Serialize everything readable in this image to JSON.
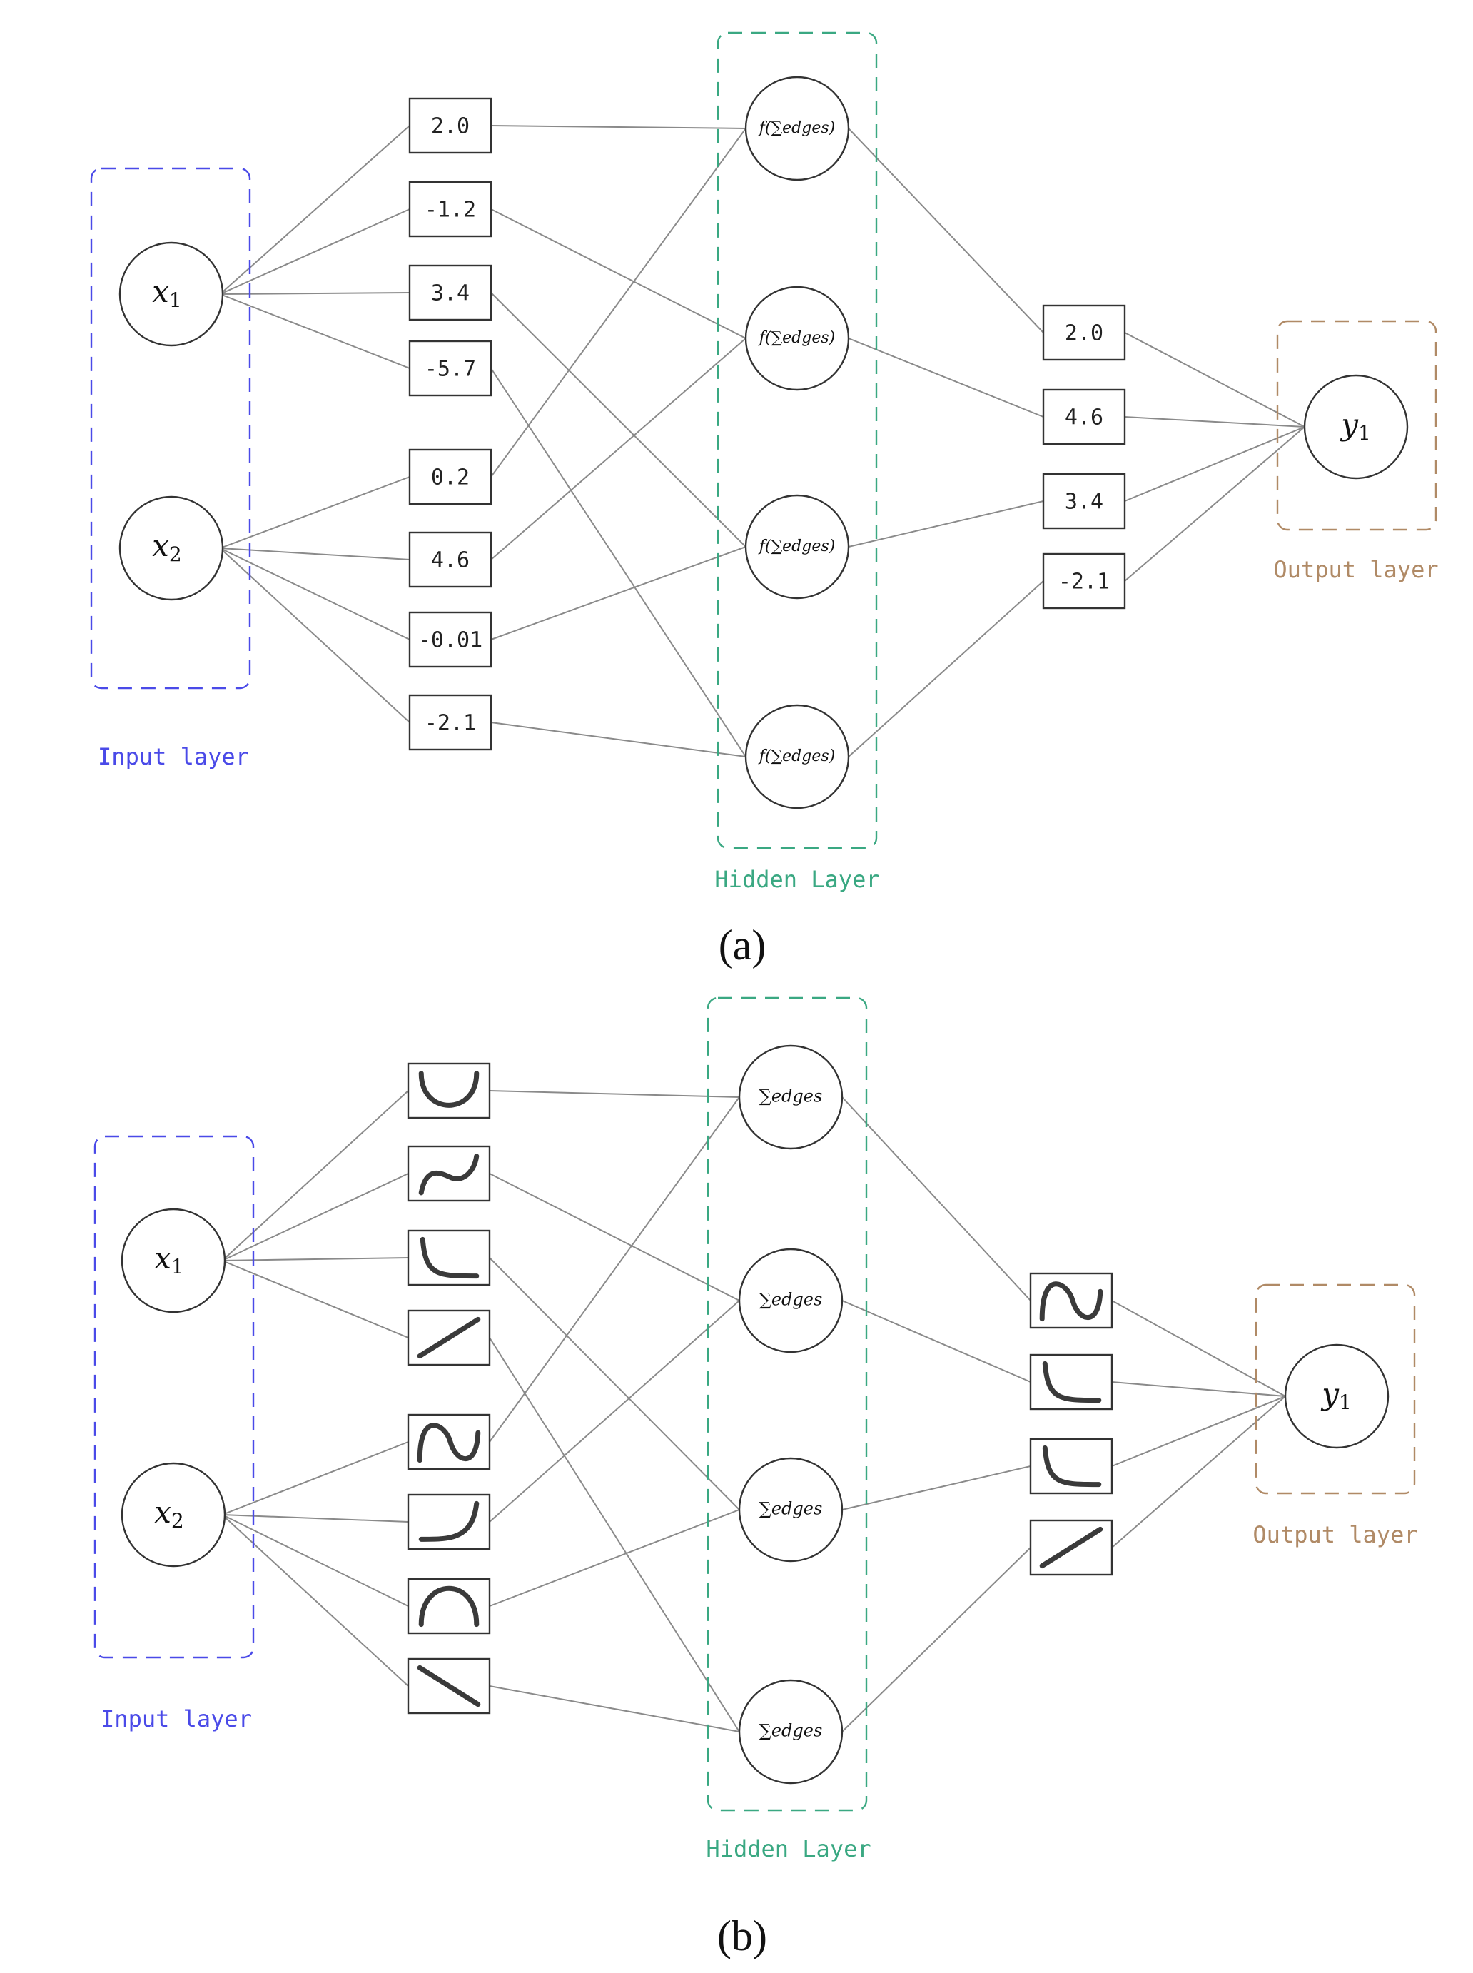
{
  "colors": {
    "input": "#4a4ae8",
    "hidden": "#3aa882",
    "output": "#b08a66",
    "edge": "#8a8a8a",
    "ink": "#333333"
  },
  "panel_a": {
    "caption": "(a)",
    "input_layer_label": "Input layer",
    "hidden_layer_label": "Hidden Layer",
    "output_layer_label": "Output layer",
    "inputs": [
      "x1",
      "x2"
    ],
    "hidden_nodes": [
      "f(∑edges)",
      "f(∑edges)",
      "f(∑edges)",
      "f(∑edges)"
    ],
    "output": "y1",
    "first_layer_weights": [
      "2.0",
      "-1.2",
      "3.4",
      "-5.7",
      "0.2",
      "4.6",
      "-0.01",
      "-2.1"
    ],
    "second_layer_weights": [
      "2.0",
      "4.6",
      "3.4",
      "-2.1"
    ]
  },
  "panel_b": {
    "caption": "(b)",
    "input_layer_label": "Input layer",
    "hidden_layer_label": "Hidden Layer",
    "output_layer_label": "Output layer",
    "inputs": [
      "x1",
      "x2"
    ],
    "hidden_nodes": [
      "∑edges",
      "∑edges",
      "∑edges",
      "∑edges"
    ],
    "output": "y1",
    "first_layer_functions": [
      "u-curve",
      "cubic-curve",
      "decay-curve",
      "linear-increasing",
      "wave-curve",
      "growth-curve",
      "arch-curve",
      "linear-decreasing"
    ],
    "second_layer_functions": [
      "wave-curve",
      "decay-curve",
      "decay-curve",
      "linear-increasing"
    ]
  }
}
